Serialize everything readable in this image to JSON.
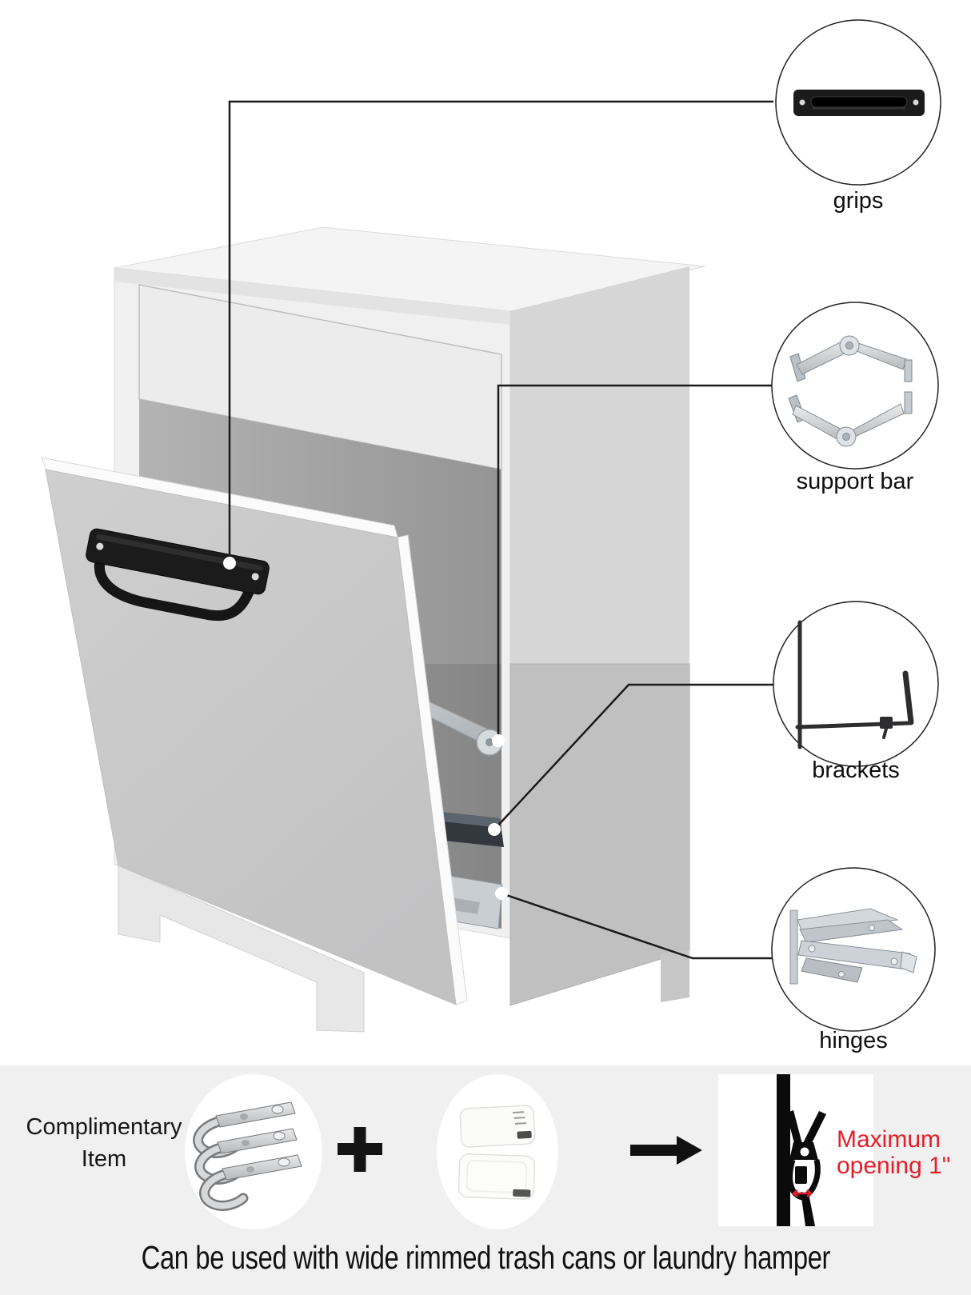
{
  "callouts": [
    {
      "id": "grips",
      "label": "grips"
    },
    {
      "id": "support_bar",
      "label": "support bar"
    },
    {
      "id": "brackets",
      "label": "brackets"
    },
    {
      "id": "hinges",
      "label": "hinges"
    }
  ],
  "complimentary": {
    "line1": "Complimentary",
    "line2": "Item"
  },
  "icons": {
    "plus": "+",
    "arrow_right": "→",
    "grips_photo": "black recessed grip handle",
    "support_bar_photo": "folding support bars",
    "brackets_photo": "black wire brackets",
    "hinges_photo": "metal tilt-out hinges",
    "metal_clamps_photo": "metal clamp clips",
    "plastic_clips_photo": "white plastic clips",
    "clothespin_photo": "clip on bar, maximum opening"
  },
  "max_opening": {
    "line1": "Maximum",
    "line2": "opening 1\"",
    "color": "#e51e2a"
  },
  "caption": "Can be used with wide rimmed trash cans or laundry hamper",
  "colors": {
    "accent_red": "#e51e2a",
    "callout_line": "#1b1b1b",
    "panel_gray": "#f0f0f0",
    "handle_black": "#1b1b1b",
    "cabinet_light": "#f0f0f0",
    "door_gray": "#c9c9ca"
  }
}
